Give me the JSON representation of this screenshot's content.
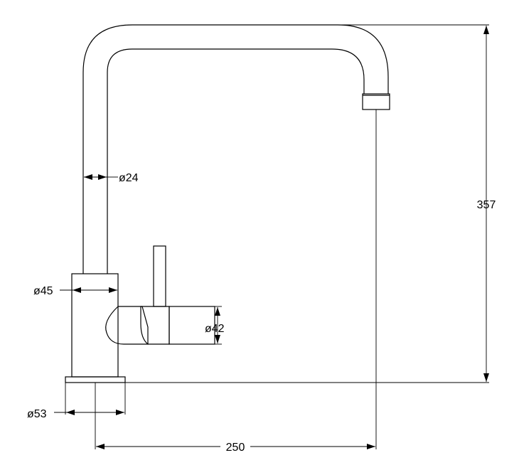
{
  "dimensions": {
    "height": "357",
    "spout_reach": "250",
    "spout_tube_diameter": "ø24",
    "body_diameter": "ø45",
    "handle_diameter": "ø42",
    "base_diameter": "ø53"
  }
}
